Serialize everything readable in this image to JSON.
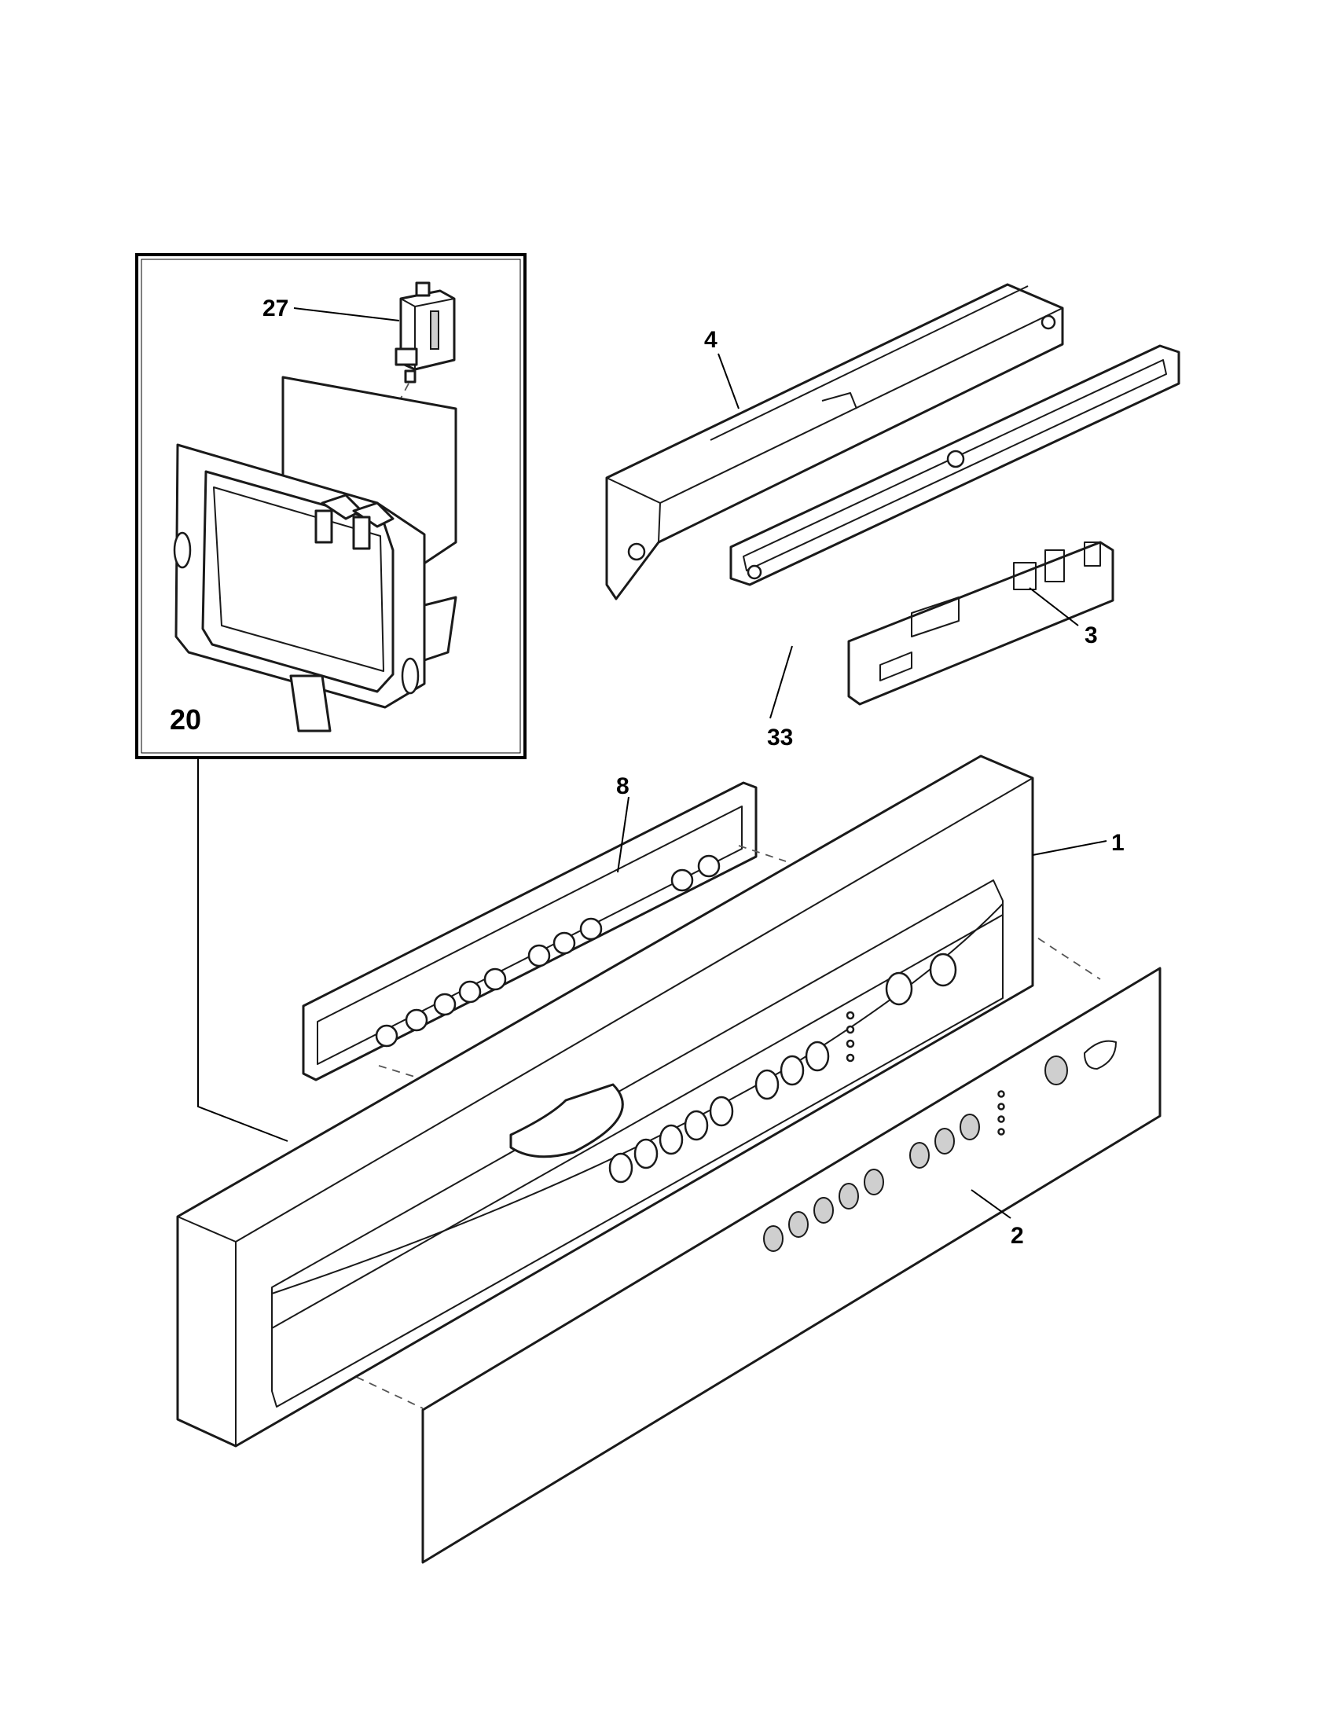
{
  "diagram": {
    "callouts": {
      "c1": "1",
      "c2": "2",
      "c3": "3",
      "c4": "4",
      "c8": "8",
      "c20": "20",
      "c27": "27",
      "c33": "33"
    }
  }
}
